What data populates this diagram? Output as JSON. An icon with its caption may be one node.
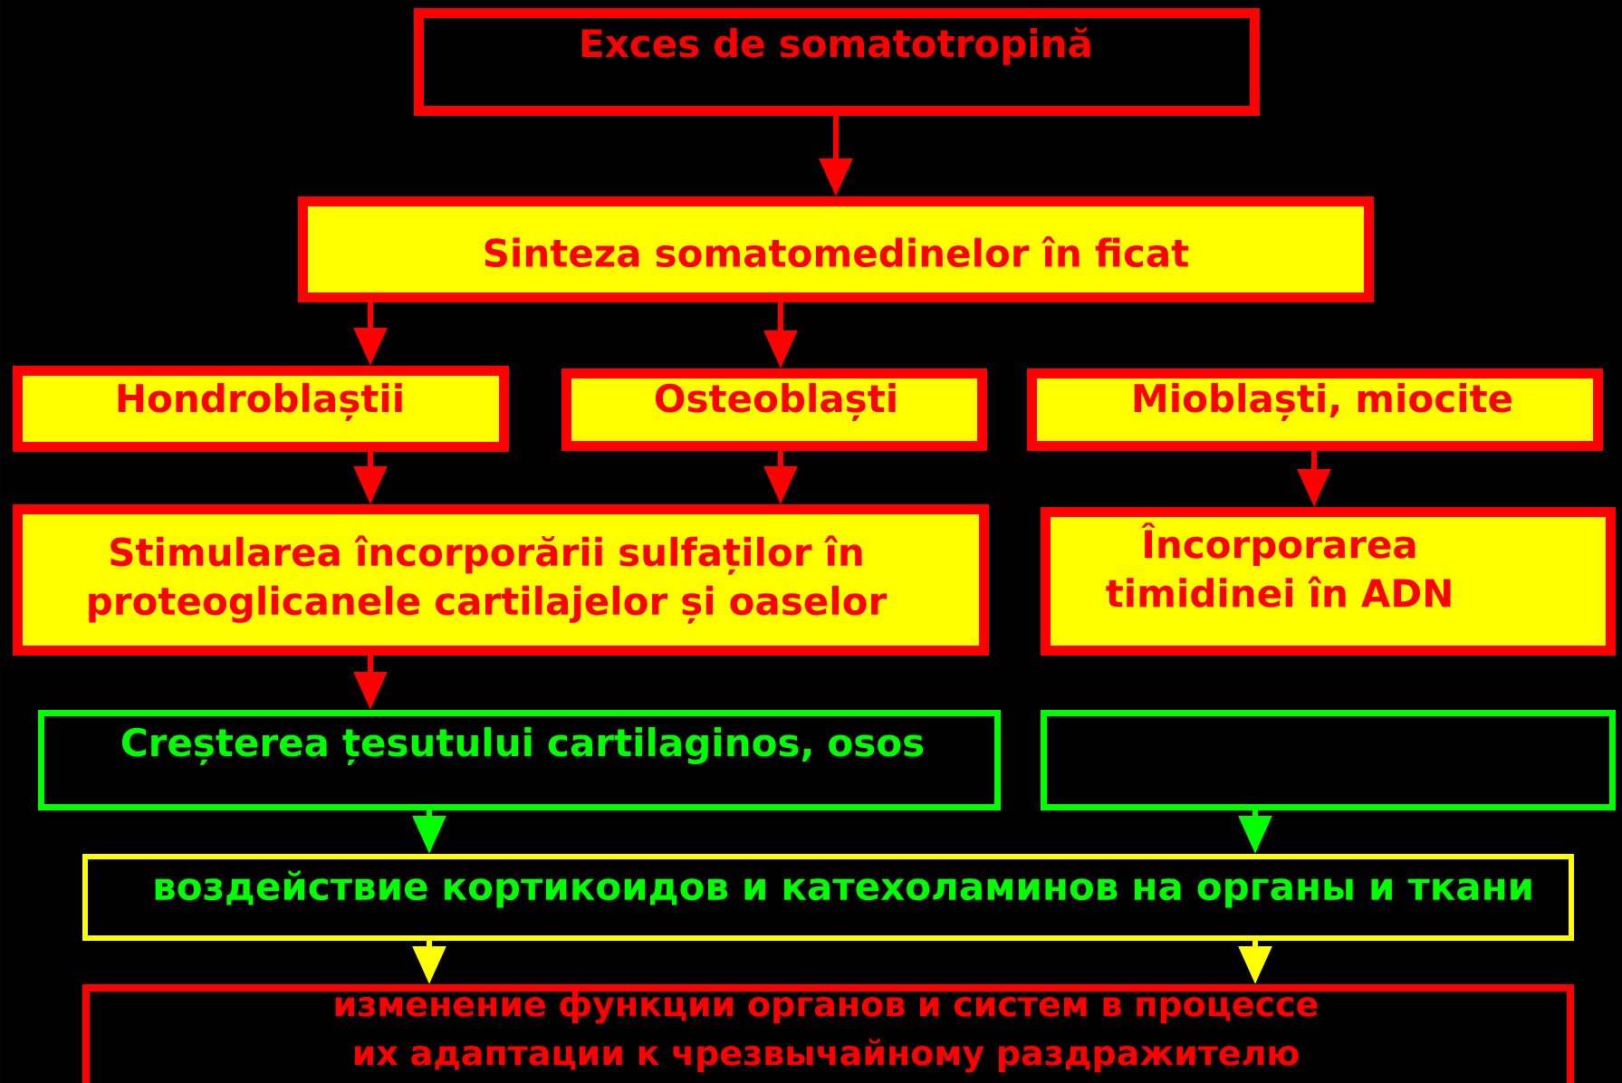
{
  "diagram": {
    "nodes": [
      {
        "text": [
          "Exces de somatotropină"
        ]
      },
      {
        "text": [
          "Sinteza somatomedinelor în ficat"
        ]
      },
      {
        "text": [
          "Hondroblaștii"
        ]
      },
      {
        "text": [
          "Osteoblaști"
        ]
      },
      {
        "text": [
          "Mioblaști, miocite"
        ]
      },
      {
        "text": [
          "Stimularea încorporării sulfaților în proteoglicanele cartilajelor și oaselor"
        ]
      },
      {
        "text": [
          "Încorporarea timidinei în ADN"
        ]
      },
      {
        "text": [
          "Creșterea țesutului cartilaginos, osos"
        ]
      },
      {
        "text": [],
        "shape": "box"
      },
      {
        "text": [
          "воздействие кортикоидов и катехоламинов на органы и ткани"
        ]
      },
      {
        "text": [
          "изменение функции органов и систем в процессе их адаптации к чрезвычайному раздражителю"
        ]
      }
    ],
    "edges": [
      {
        "from": 0,
        "to": 1,
        "arrow": "to"
      },
      {
        "from": 1,
        "to": 2,
        "arrow": "to"
      },
      {
        "from": 1,
        "to": 3,
        "arrow": "to"
      },
      {
        "from": 2,
        "to": 5,
        "arrow": "to"
      },
      {
        "from": 3,
        "to": 5,
        "arrow": "to"
      },
      {
        "from": 4,
        "to": 6,
        "arrow": "to"
      },
      {
        "from": 5,
        "to": 7,
        "arrow": "to"
      },
      {
        "from": 7,
        "to": 9,
        "arrow": "to",
        "color": "#00ff00"
      },
      {
        "from": 8,
        "to": 9,
        "arrow": "to",
        "color": "#00ff00"
      },
      {
        "from": 9,
        "to": 10,
        "arrow": "to",
        "color": "#ffff00"
      },
      {
        "from": 9,
        "to": 10,
        "arrow": "to",
        "color": "#ffff00"
      }
    ]
  }
}
